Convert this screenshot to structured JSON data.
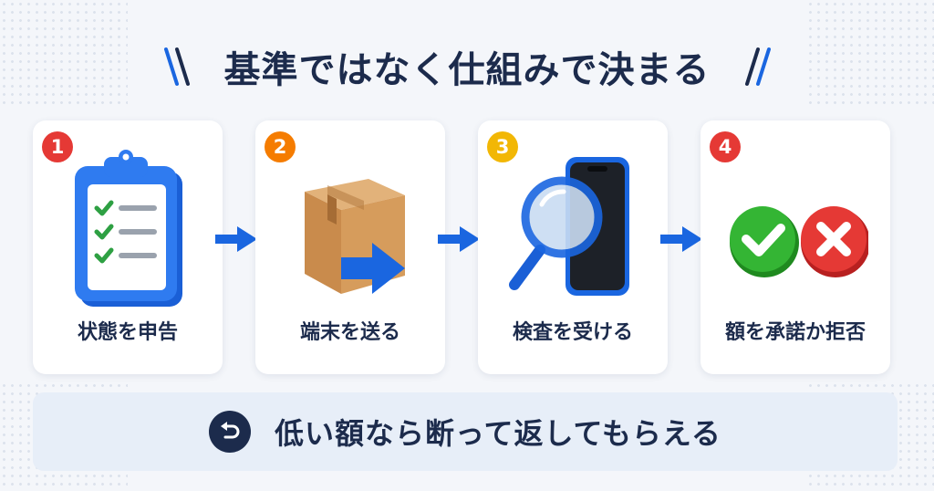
{
  "title": "基準ではなく仕組みで決まる",
  "steps": [
    {
      "number": "1",
      "label": "状態を申告",
      "icon": "clipboard-checklist-icon",
      "badge_color": "#e53935"
    },
    {
      "number": "2",
      "label": "端末を送る",
      "icon": "package-box-icon",
      "badge_color": "#f57c00"
    },
    {
      "number": "3",
      "label": "検査を受ける",
      "icon": "magnifier-phone-icon",
      "badge_color": "#f2b705"
    },
    {
      "number": "4",
      "label": "額を承諾か拒否",
      "icon": "accept-reject-icon",
      "badge_color": "#e53935"
    }
  ],
  "banner": {
    "text": "低い額なら断って返してもらえる",
    "icon": "return-arrow-icon"
  },
  "colors": {
    "primary_text": "#1c2b4c",
    "accent_blue": "#1a66e0",
    "accept_green": "#2aa52a",
    "reject_red": "#e53935"
  }
}
